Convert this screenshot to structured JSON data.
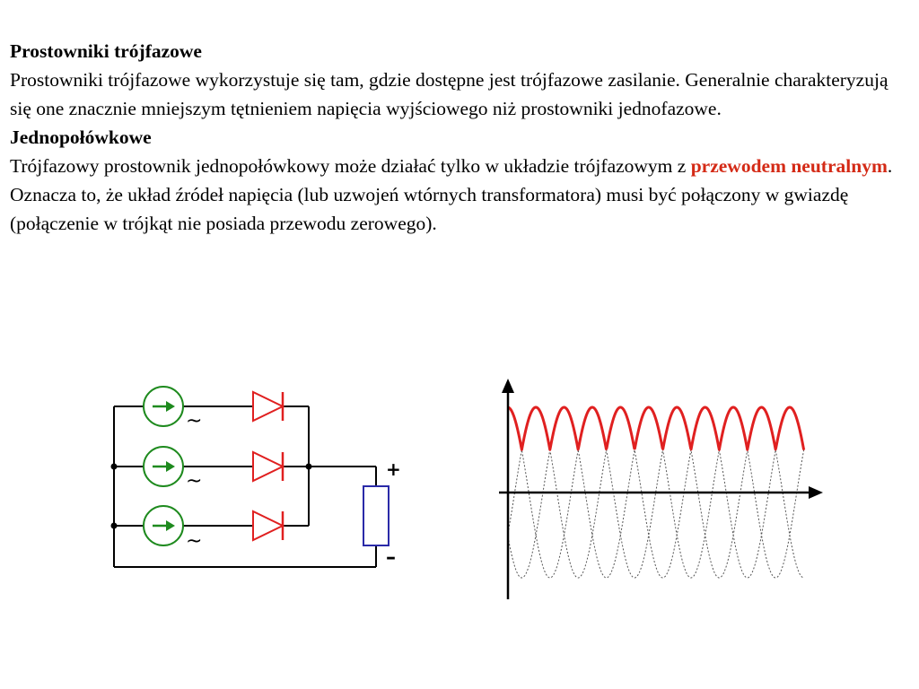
{
  "text": {
    "heading1": "Prostowniki trójfazowe",
    "para1": "Prostowniki trójfazowe wykorzystuje się tam, gdzie dostępne jest trójfazowe zasilanie. Generalnie charakteryzują się one znacznie mniejszym tętnieniem napięcia wyjściowego niż prostowniki jednofazowe.",
    "heading2": "Jednopołówkowe",
    "para2_start": "Trójfazowy prostownik jednopołówkowy może działać tylko w układzie trójfazowym z ",
    "para2_highlight": "przewodem neutralnym",
    "para2_end": ". Oznacza to, że układ źródeł napięcia (lub uzwojeń wtórnych transformatora) musi być połączony w gwiazdę (połączenie w trójkąt nie posiada przewodu zerowego)."
  },
  "circuit": {
    "source_symbols": [
      "~",
      "~",
      "~"
    ],
    "plus_label": "+",
    "minus_label": "–"
  },
  "colors": {
    "source": "#1e8a1e",
    "diode": "#e02020",
    "load": "#2a2aa8",
    "output_wave": "#e02020",
    "highlight": "#d42a16"
  },
  "waveform": {
    "phases": 3,
    "periods": 3.5,
    "output": "max-of-phases"
  }
}
